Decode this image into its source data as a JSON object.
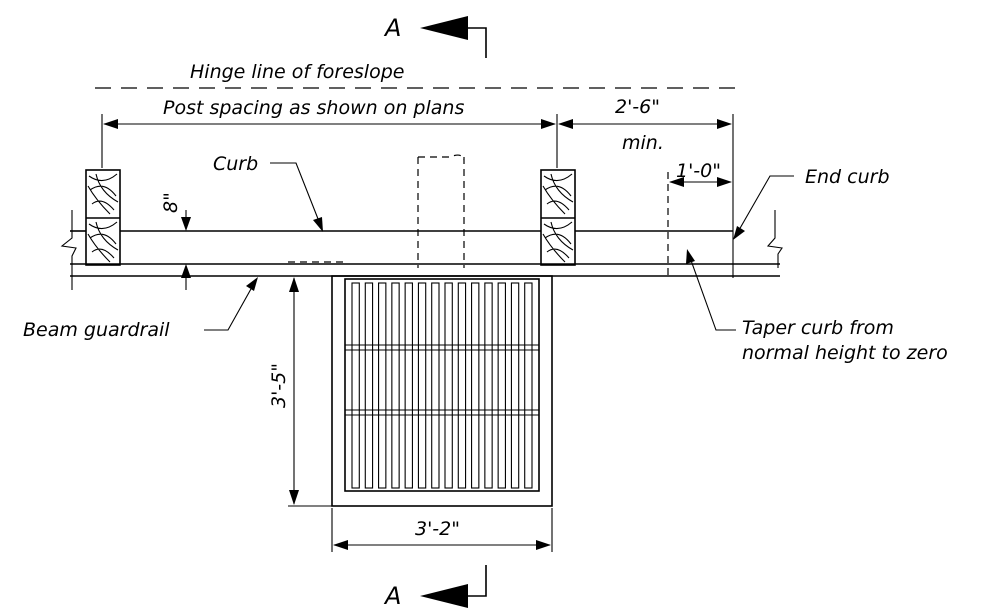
{
  "section_marker": {
    "letter": "A"
  },
  "labels": {
    "hinge_line": "Hinge line of foreslope",
    "post_spacing": "Post spacing as shown on plans",
    "dim_end": "2'-6\"",
    "dim_end_note": "min.",
    "dim_taper": "1'-0\"",
    "curb": "Curb",
    "end_curb": "End curb",
    "curb_height": "8\"",
    "beam_guardrail": "Beam guardrail",
    "taper_curb_line1": "Taper curb from",
    "taper_curb_line2": "normal height to zero",
    "grate_length": "3'-5\"",
    "grate_width": "3'-2\""
  }
}
